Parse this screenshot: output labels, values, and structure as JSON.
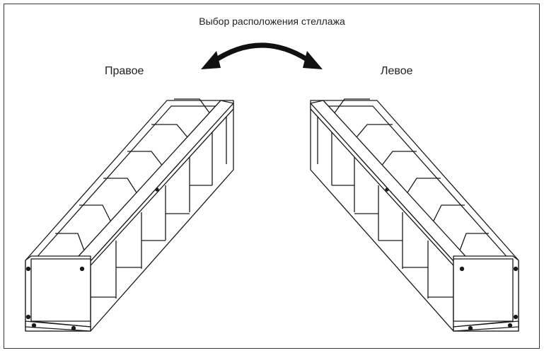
{
  "title": "Выбор расположения стеллажа",
  "options": {
    "right": "Правое",
    "left": "Левое"
  },
  "colors": {
    "line": "#1a1a1a",
    "frame": "#3a3a3a",
    "arrow": "#111111"
  },
  "icons": [
    "double-curved-arrow-icon"
  ]
}
